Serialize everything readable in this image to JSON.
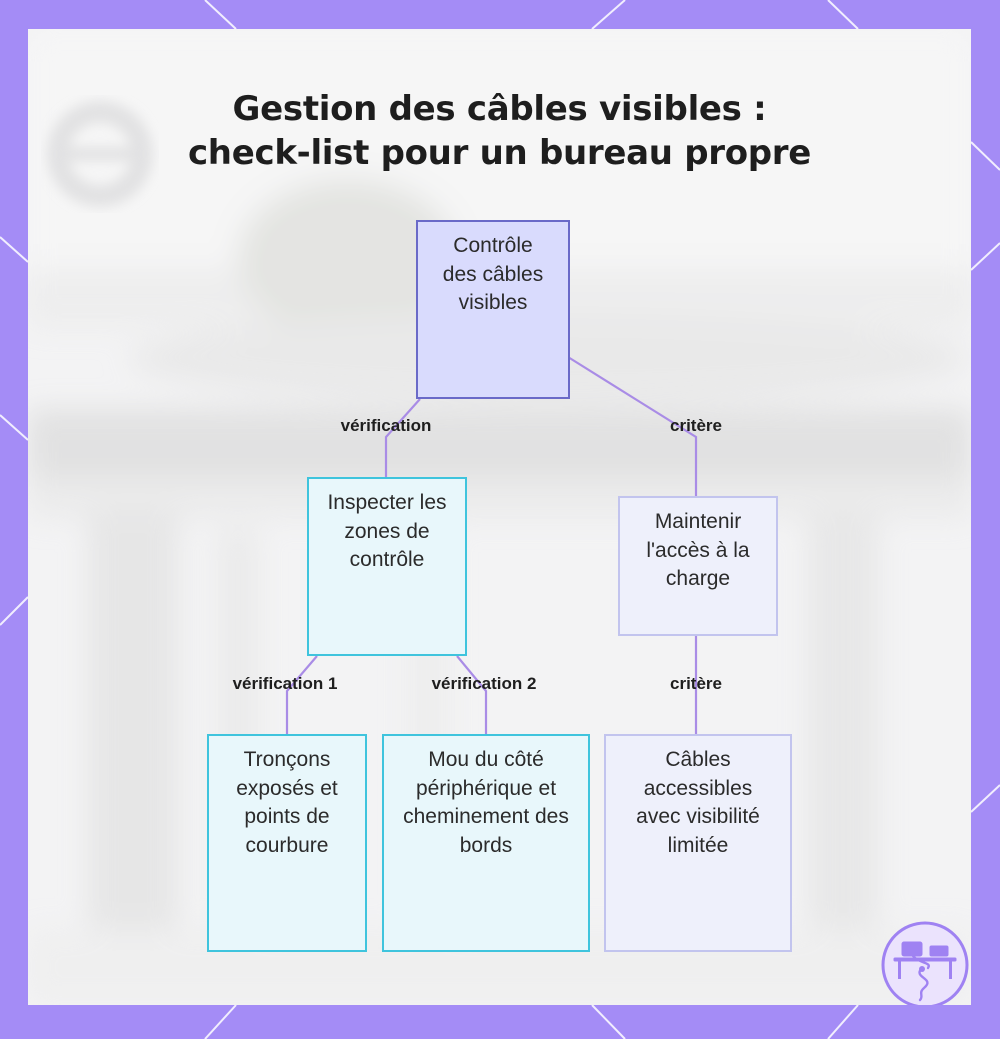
{
  "title": {
    "line1": "Gestion des câbles visibles :",
    "line2": "check-list pour un bureau propre"
  },
  "nodes": {
    "root": "Contrôle des câbles visibles",
    "inspect": "Inspecter les zones de contrôle",
    "maintain": "Maintenir l'accès à la charge",
    "leaf1": "Tronçons exposés et points de courbure",
    "leaf2": "Mou du côté périphérique et cheminement des bords",
    "leaf3": "Câbles accessibles avec visibilité limitée"
  },
  "edges": {
    "root_inspect": "vérification",
    "root_maintain": "critère",
    "inspect_leaf1": "vérification 1",
    "inspect_leaf2": "vérification 2",
    "maintain_leaf3": "critère"
  },
  "colors": {
    "frame": "#a48cf6",
    "root_fill": "#d9dbfd",
    "root_border": "#6a6ac8",
    "cyan_fill": "#e8f7fb",
    "cyan_border": "#3fc4dd",
    "lavender_fill": "#eef0fb",
    "lavender_border": "#c2c4ee",
    "connector": "#a98ce6"
  },
  "icons": {
    "logo": "desk-computer-icon"
  }
}
